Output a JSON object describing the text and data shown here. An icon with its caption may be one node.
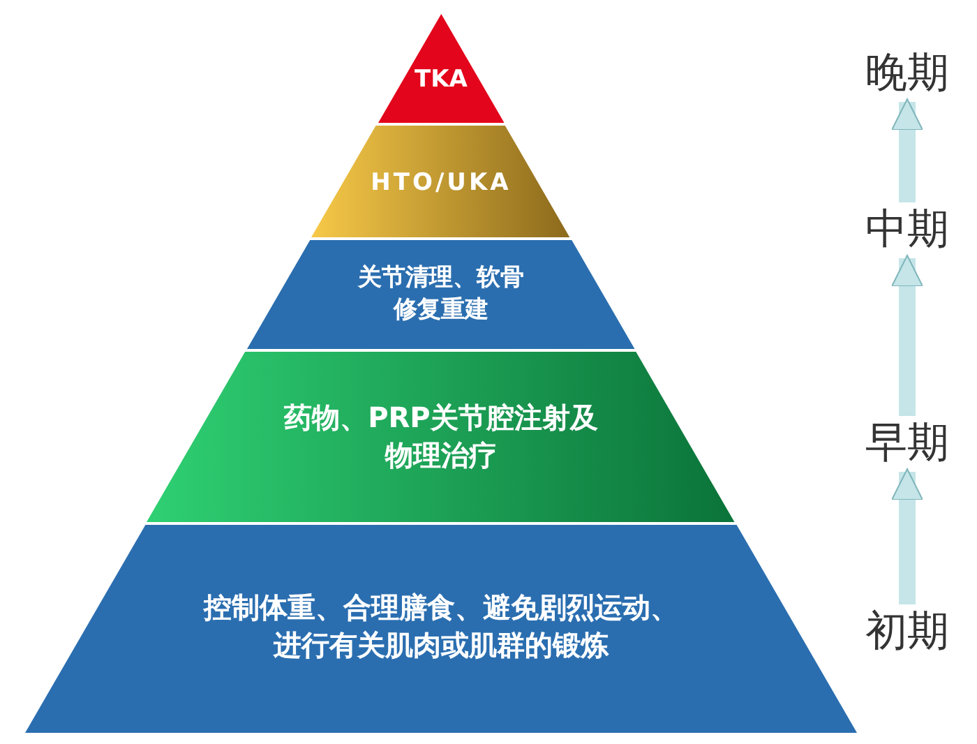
{
  "diagram": {
    "nodes": [
      {
        "text": [
          "TKA"
        ]
      },
      {
        "text": [
          "HTO/UKA"
        ]
      },
      {
        "text": [
          "关节清理、软骨修复重建"
        ]
      },
      {
        "text": [
          "药物、PRP关节腔注射及物理治疗"
        ]
      },
      {
        "text": [
          "控制体重、合理膳食、避免剧烈运动、进行有关肌肉或肌群的锻炼"
        ]
      },
      {
        "text": [
          "晚期"
        ]
      },
      {
        "text": [
          "中期"
        ]
      },
      {
        "text": [
          "早期"
        ]
      },
      {
        "text": [
          "初期"
        ]
      }
    ],
    "edges": [
      {
        "from": 6,
        "to": 5,
        "arrow": "to"
      },
      {
        "from": 7,
        "to": 6,
        "arrow": "to"
      },
      {
        "from": 8,
        "to": 7,
        "arrow": "to"
      }
    ]
  }
}
